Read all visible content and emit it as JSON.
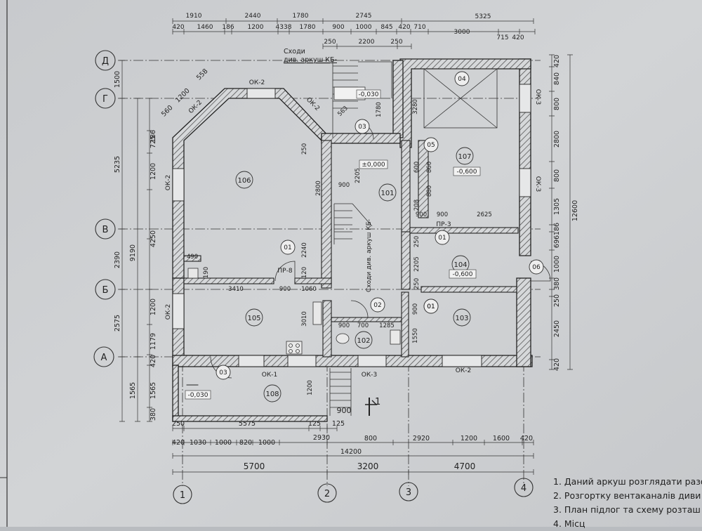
{
  "top_dims": {
    "row1": [
      "1910",
      "2440",
      "1780",
      "2745",
      "5325"
    ],
    "row2": [
      "420",
      "1460",
      "186",
      "1200",
      "4338",
      "1780",
      "900",
      "1000",
      "845",
      "420",
      "710",
      "3000",
      "715",
      "420"
    ],
    "row3": [
      "250",
      "2200",
      "250"
    ]
  },
  "grid_letters": [
    "Д",
    "Г",
    "В",
    "Б",
    "А"
  ],
  "grid_numbers": [
    "1",
    "2",
    "3",
    "4"
  ],
  "left_dims": {
    "outer": [
      "1500",
      "5235",
      "2390",
      "2575"
    ],
    "mid": [
      "9190",
      "1565"
    ],
    "inner": [
      "725",
      "1200",
      "4250",
      "1200",
      "1179",
      "420",
      "1565",
      "380",
      "186",
      "560",
      "1200",
      "558"
    ]
  },
  "right_dims": {
    "outer": [
      "12600"
    ],
    "inner": [
      "420",
      "840",
      "800",
      "2800",
      "800",
      "1305",
      "186",
      "696",
      "1000",
      "380",
      "250",
      "2450",
      "420"
    ]
  },
  "bottom_dims": {
    "row1": [
      "250",
      "5575",
      "125",
      "2930",
      "125"
    ],
    "row2": [
      "420",
      "1030",
      "1000",
      "820",
      "1000",
      "800",
      "2920",
      "1200",
      "1600",
      "420"
    ],
    "total": "14200",
    "axes": [
      "5700",
      "3200",
      "4700"
    ]
  },
  "stairs_note": {
    "line1": "Сходи",
    "line2": "див. аркуш КБ-"
  },
  "stairs_vertical": "Сходи див. аркуш КБ-",
  "rooms": [
    "106",
    "107",
    "101",
    "105",
    "104",
    "103",
    "102",
    "108"
  ],
  "circles": [
    "04",
    "03",
    "05",
    "01",
    "01",
    "01",
    "02",
    "01",
    "06",
    "03"
  ],
  "levels": [
    "±0,000",
    "-0,030",
    "-0,600",
    "-0,600",
    "-0,030"
  ],
  "windows": [
    "ОК-2",
    "ОК-2",
    "ОК-2",
    "ОК-2",
    "ОК-2",
    "ОК-3",
    "ОК-3",
    "ОК-1",
    "ОК-3",
    "ОК-2"
  ],
  "openings": [
    "ПР-3",
    "ПР-8"
  ],
  "interior_dims": [
    "2800",
    "250",
    "2205",
    "900",
    "2240",
    "120",
    "490",
    "3410",
    "900",
    "1060",
    "1200",
    "3010",
    "900",
    "700",
    "1285",
    "1550",
    "900",
    "3280",
    "1780",
    "563",
    "900",
    "2625",
    "600",
    "860",
    "208",
    "880",
    "2205",
    "250",
    "900",
    "250",
    "190",
    "900"
  ],
  "section_mark": "1",
  "notes": [
    "1. Даний аркуш розглядати разо",
    "2. Розгортку вентаканалів диви",
    "3. План підлог та схему розташ",
    "4. Місц"
  ]
}
